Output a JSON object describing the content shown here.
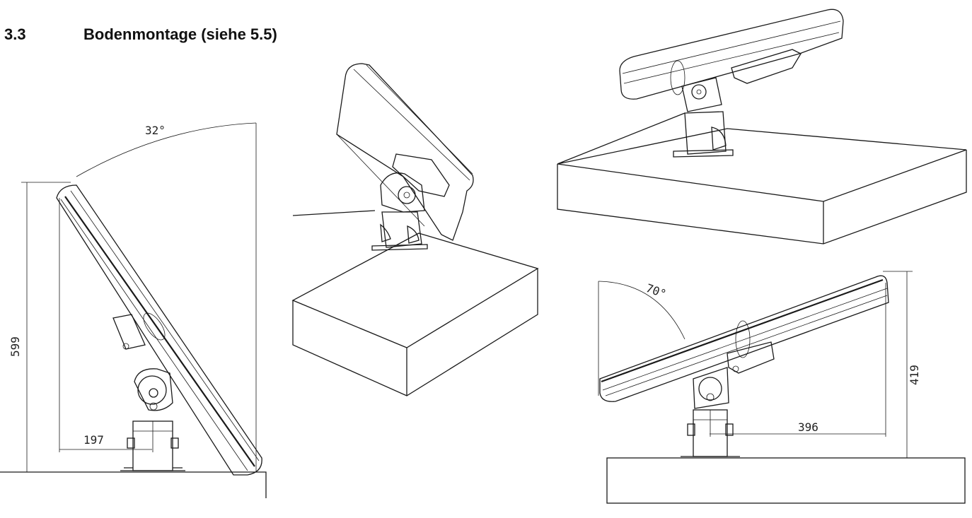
{
  "heading": {
    "number": "3.3",
    "title": "Bodenmontage (siehe 5.5)"
  },
  "dimensions": {
    "tilt_angle_left": "32°",
    "height_left": "599",
    "offset_left": "197",
    "tilt_angle_right": "70°",
    "height_right": "419",
    "offset_right": "396"
  }
}
